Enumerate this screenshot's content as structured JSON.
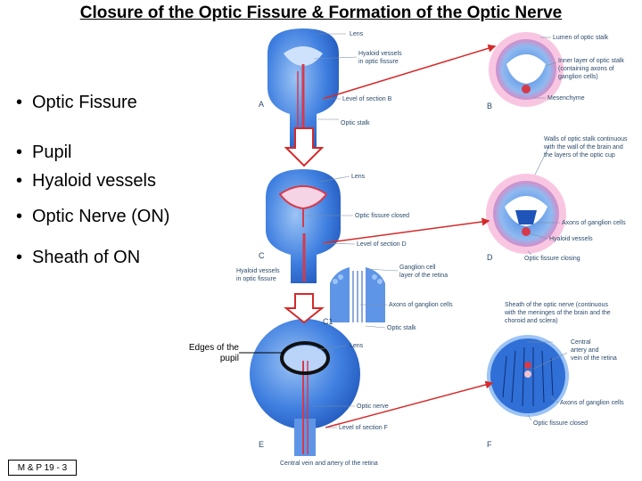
{
  "title": "Closure of the Optic Fissure & Formation of the Optic Nerve",
  "bullets": [
    "Optic Fissure",
    "Pupil",
    "Hyaloid vessels",
    "Optic Nerve (ON)",
    "Sheath of ON"
  ],
  "bullet_glyph": "•",
  "edges_note": "Edges of the pupil",
  "reference": "M & P 19 - 3",
  "panels": {
    "A": "A",
    "B": "B",
    "C": "C",
    "C1": "C1",
    "D": "D",
    "E": "E",
    "F": "F"
  },
  "labels": {
    "lens_a": "Lens",
    "hyaloid_fissure_a_1": "Hyaloid vessels",
    "hyaloid_fissure_a_2": "in optic fissure",
    "level_b": "Level of section B",
    "optic_stalk_a": "Optic stalk",
    "lumen": "Lumen of optic stalk",
    "inner_layer_1": "Inner layer of optic stalk",
    "inner_layer_2": "(containing axons of",
    "inner_layer_3": "ganglion cells)",
    "mesenchyme": "Mesenchyme",
    "walls_1": "Walls of optic stalk continuous",
    "walls_2": "with the wall of the brain and",
    "walls_3": "the layers of the optic cup",
    "lens_c": "Lens",
    "fissure_closed_c": "Optic fissure closed",
    "level_d": "Level of section D",
    "axons_d": "Axons of ganglion cells",
    "hyaloid_d": "Hyaloid vessels",
    "fissure_closing": "Optic fissure closing",
    "hyaloid_c_1": "Hyaloid vessels",
    "hyaloid_c_2": "in optic fissure",
    "ganglion_1": "Ganglion cell",
    "ganglion_2": "layer of the retina",
    "axons_c1": "Axons of ganglion cells",
    "optic_stalk_c1": "Optic stalk",
    "sheath_1": "Sheath of the optic nerve (continuous",
    "sheath_2": "with the meninges of the brain and the",
    "sheath_3": "choroid and sclera)",
    "lens_e": "Lens",
    "central_1": "Central",
    "central_2": "artery and",
    "central_3": "vein of the retina",
    "optic_nerve": "Optic nerve",
    "level_f": "Level of section F",
    "axons_f": "Axons of ganglion cells",
    "fissure_closed_f": "Optic fissure closed",
    "central_vein": "Central vein and artery of the retina"
  },
  "colors": {
    "tissue_blue": "#2f6fd6",
    "tissue_light": "#8fbaf0",
    "vessel_red": "#d63a4a",
    "arrow_red": "#d42a2a",
    "section_pink": "#f07ab8",
    "label_text": "#2a4a6a"
  }
}
